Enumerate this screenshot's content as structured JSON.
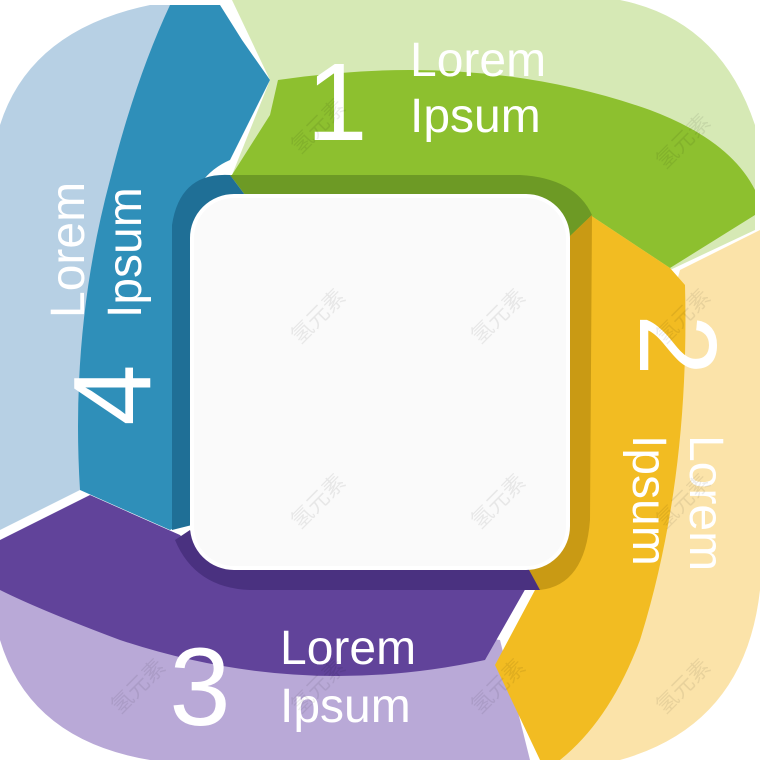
{
  "steps": [
    {
      "number": "1",
      "line1": "Lorem",
      "line2": "Ipsum",
      "color": "#8dc02f",
      "light": "#d6e9b5",
      "shade": "#6d9a25"
    },
    {
      "number": "2",
      "line1": "Lorem",
      "line2": "Ipsum",
      "color": "#f2bc22",
      "light": "#fbe3a9",
      "shade": "#c99a14"
    },
    {
      "number": "3",
      "line1": "Lorem",
      "line2": "Ipsum",
      "color": "#61439a",
      "light": "#b9a9d7",
      "shade": "#4a3180"
    },
    {
      "number": "4",
      "line1": "Lorem",
      "line2": "Ipsum",
      "color": "#2f8fb9",
      "light": "#b7d0e4",
      "shade": "#1f6f96"
    }
  ],
  "watermark": "氢元素",
  "center_fill": "#fafafa"
}
